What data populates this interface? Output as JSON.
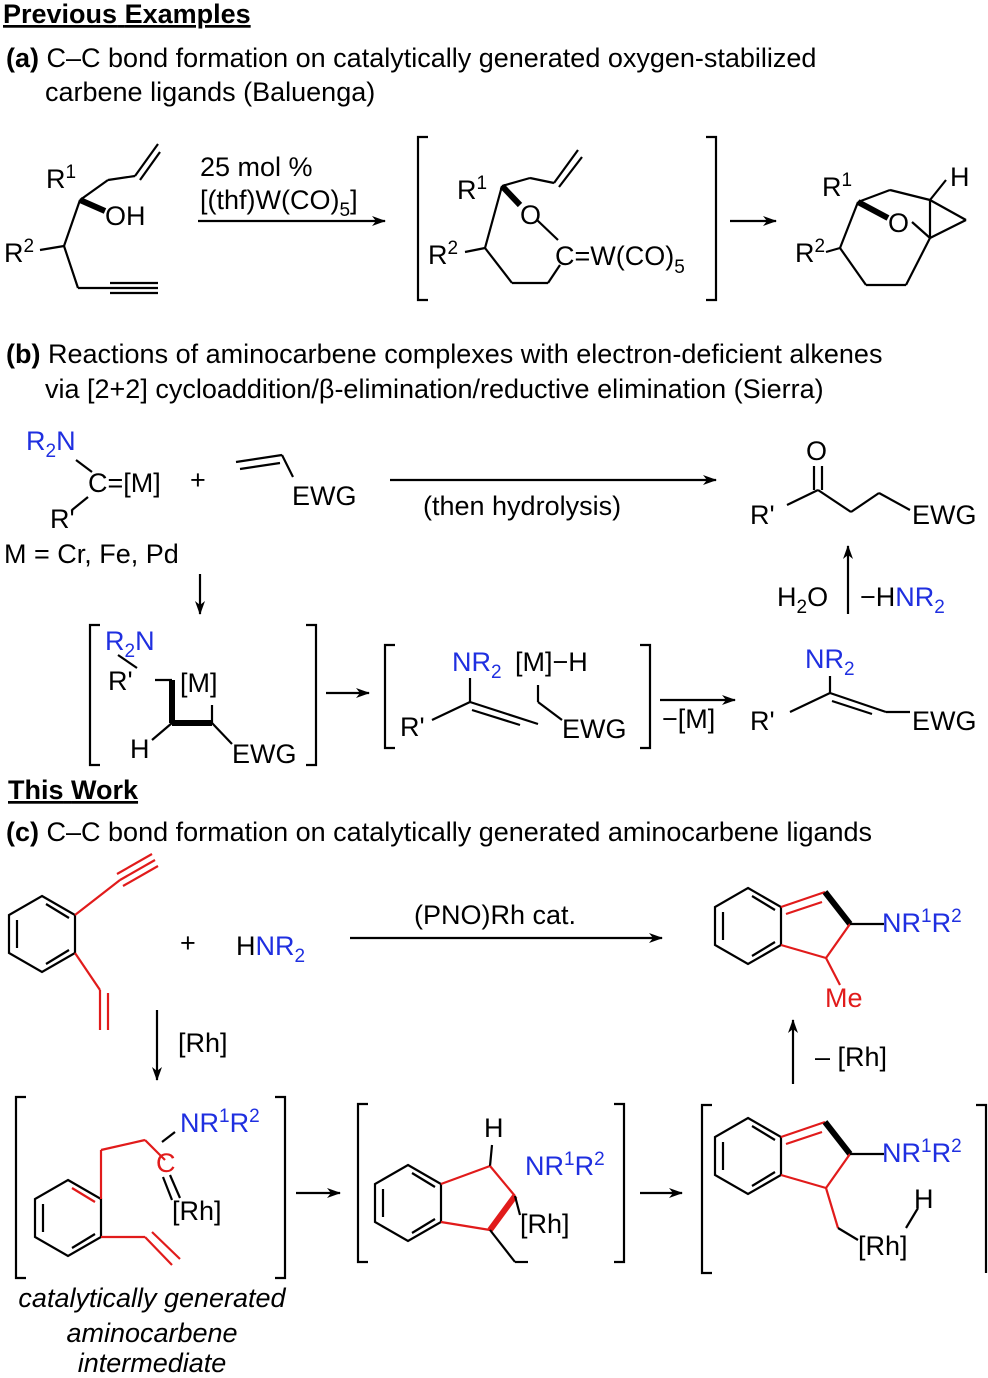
{
  "heading_previous": [
    "Previous",
    "Examples"
  ],
  "heading_this": [
    "This",
    "Work"
  ],
  "part_a": {
    "tag": "(a)",
    "title_1": "C–C bond formation on catalytically generated oxygen-stabilized",
    "title_2": "carbene ligands (Baluenga)",
    "cond_1": "25 mol %",
    "cond_2_pre": "[(thf)W(CO)",
    "cond_2_sub": "5",
    "cond_2_post": "]",
    "r1": "R",
    "r1_sup": "1",
    "r2": "R",
    "r2_sup": "2",
    "oh": "OH",
    "o": "O",
    "carbene_pre": "C=W(CO)",
    "carbene_sub": "5",
    "h": "H"
  },
  "part_b": {
    "tag": "(b)",
    "title_1": "Reactions of aminocarbene complexes with electron-deficient alkenes",
    "title_2": "via [2+2] cycloaddition/β-elimination/reductive elimination (Sierra)",
    "r2n_r": "R",
    "r2n_sub": "2",
    "r2n_n": "N",
    "cm": "C=[M]",
    "rp": "R'",
    "plus": "+",
    "ewg": "EWG",
    "m_list": "M = Cr, Fe, Pd",
    "then": "(then hydrolysis)",
    "o": "O",
    "h2o_h": "H",
    "h2o_sub": "2",
    "h2o_o": "O",
    "hnr2_pre": "−H",
    "hnr2_nr": "NR",
    "hnr2_sub": "2",
    "m": "[M]",
    "h": "H",
    "nr2_nr": "NR",
    "nr2_sub": "2",
    "mh": "[M]−H",
    "minus_m": "−[M]"
  },
  "part_c": {
    "tag": "(c)",
    "title": "C–C bond formation on catalytically generated aminocarbene ligands",
    "plus": "+",
    "hnr2_h": "H",
    "hnr2_nr": "NR",
    "hnr2_sub": "2",
    "cat": "(PNO)Rh cat.",
    "nr1r2": [
      "NR",
      "1",
      "R",
      "2"
    ],
    "me": "Me",
    "rh": "[Rh]",
    "minus_rh": "– [Rh]",
    "c": "C",
    "h": "H",
    "caption": [
      "catalytically generated",
      "aminocarbene",
      "intermediate"
    ]
  }
}
